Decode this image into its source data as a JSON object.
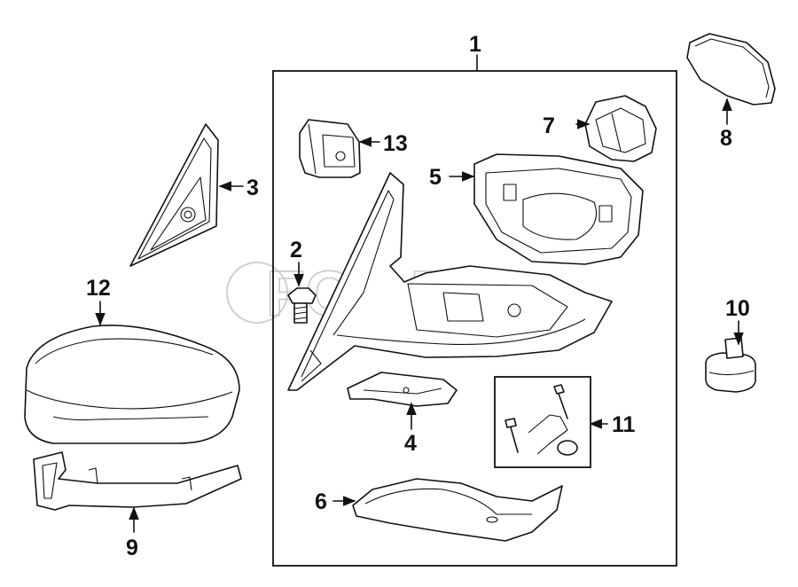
{
  "diagram": {
    "watermark": "FCP Euro",
    "callouts": [
      {
        "id": "1",
        "label": "1"
      },
      {
        "id": "2",
        "label": "2"
      },
      {
        "id": "3",
        "label": "3"
      },
      {
        "id": "4",
        "label": "4"
      },
      {
        "id": "5",
        "label": "5"
      },
      {
        "id": "6",
        "label": "6"
      },
      {
        "id": "7",
        "label": "7"
      },
      {
        "id": "8",
        "label": "8"
      },
      {
        "id": "9",
        "label": "9"
      },
      {
        "id": "10",
        "label": "10"
      },
      {
        "id": "11",
        "label": "11"
      },
      {
        "id": "12",
        "label": "12"
      },
      {
        "id": "13",
        "label": "13"
      }
    ]
  }
}
